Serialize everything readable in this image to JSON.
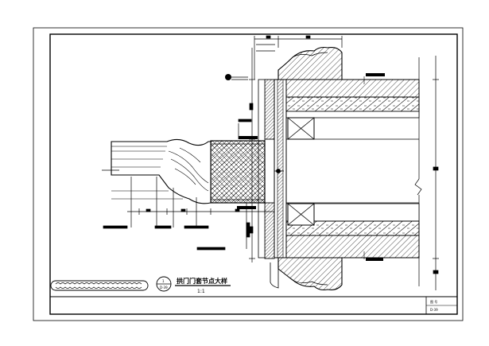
{
  "detail": {
    "title": "拱门门套节点大样",
    "scale": "1:1",
    "callout_number": "1",
    "callout_sheet": "D-39"
  },
  "title_block": {
    "label": "图 号",
    "number": "D-39"
  },
  "colors": {
    "ink": "#000000",
    "paper": "#ffffff"
  }
}
